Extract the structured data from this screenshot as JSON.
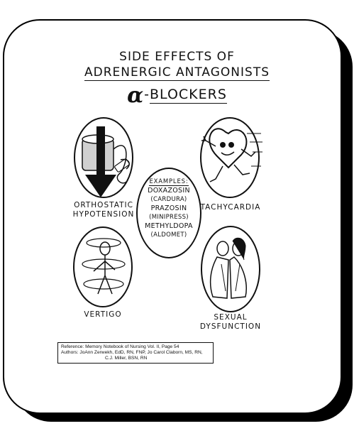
{
  "title": {
    "line1": "SIDE EFFECTS OF",
    "line2": "ADRENERGIC ANTAGONISTS",
    "alpha_symbol": "α",
    "line3": "BLOCKERS"
  },
  "effects": {
    "orthostatic_line1": "ORTHOSTATIC",
    "orthostatic_line2": "HYPOTENSION",
    "tachycardia": "TACHYCARDIA",
    "vertigo": "VERTIGO",
    "sexual_line1": "SEXUAL",
    "sexual_line2": "DYSFUNCTION"
  },
  "examples": {
    "heading": "EXAMPLES:",
    "drugs": [
      {
        "name": "DOXAZOSIN",
        "brand": "(CARDURA)"
      },
      {
        "name": "PRAZOSIN",
        "brand": "(MINIPRESS)"
      },
      {
        "name": "METHYLDOPA",
        "brand": "(ALDOMET)"
      }
    ]
  },
  "reference": {
    "line1": "Reference: Memory Notebook of Nursing Vol. II,  Page 54",
    "line2": "Authors: JoAnn Zerwekh, EdD, RN, FNP, Jo Carol Claborn, MS, RN,",
    "line3": "C.J. Miller, BSN, RN"
  },
  "icons": [
    "blood-pressure-cuff-icon",
    "running-heart-icon",
    "dizzy-figure-icon",
    "couple-icon"
  ]
}
